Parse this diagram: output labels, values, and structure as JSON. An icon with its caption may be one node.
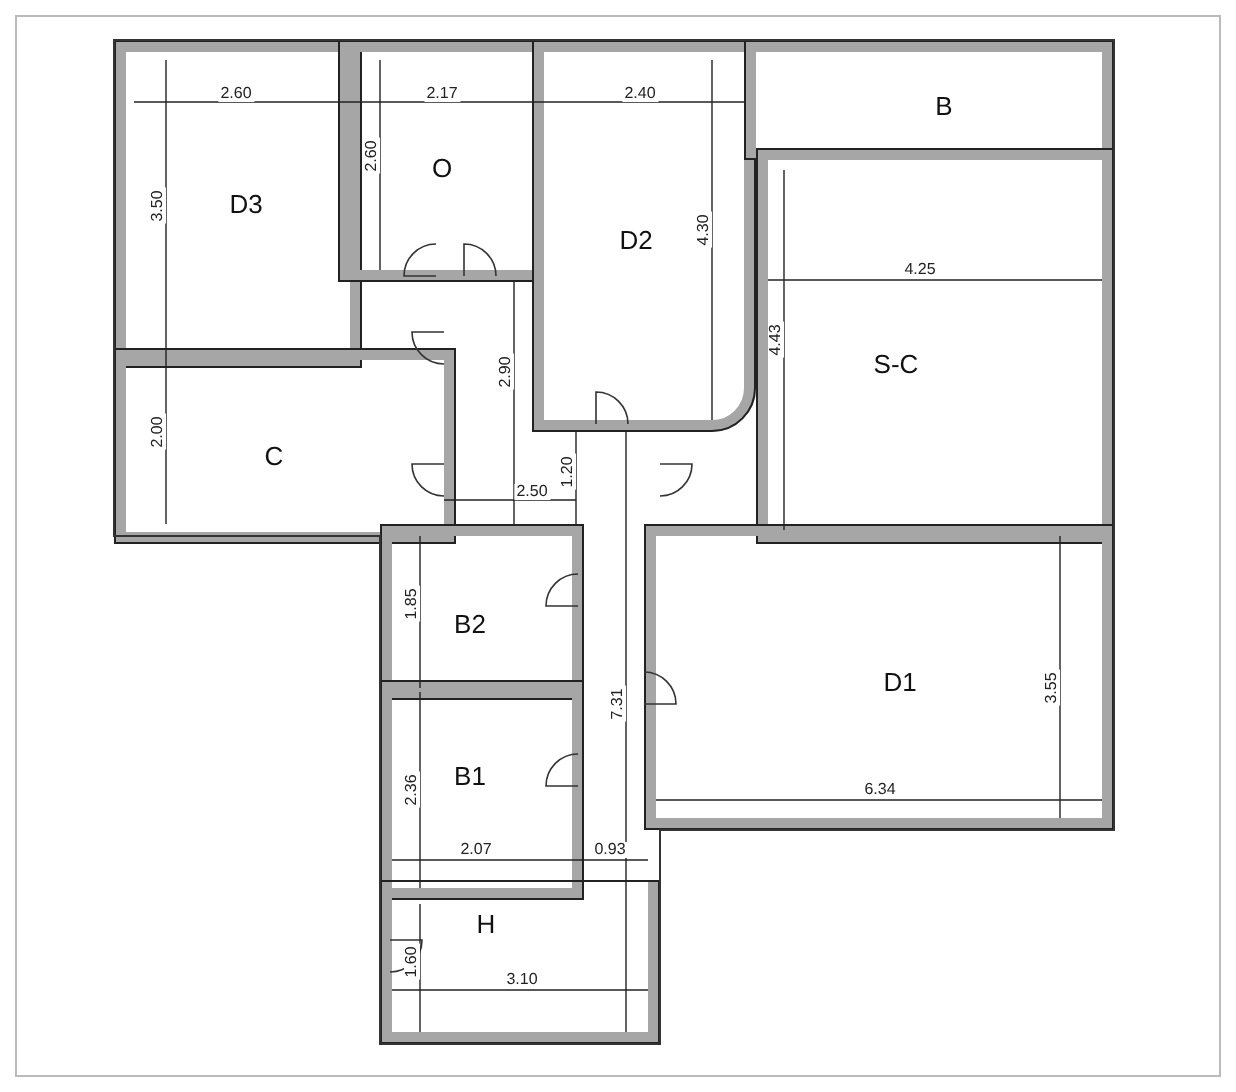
{
  "diagram": {
    "nodes": [
      {
        "text": [
          "D3"
        ]
      },
      {
        "text": [
          "O"
        ]
      },
      {
        "text": [
          "D2"
        ]
      },
      {
        "text": [
          "B"
        ]
      },
      {
        "text": [
          "S-C"
        ]
      },
      {
        "text": [
          "C"
        ]
      },
      {
        "text": [
          "B2"
        ]
      },
      {
        "text": [
          "D1"
        ]
      },
      {
        "text": [
          "B1"
        ]
      },
      {
        "text": [
          "H"
        ]
      }
    ],
    "labels": [
      "2.60",
      "2.17",
      "2.40",
      "2.60",
      "3.50",
      "4.30",
      "4.25",
      "4.43",
      "2.90",
      "2.00",
      "1.20",
      "2.50",
      "1.85",
      "7.31",
      "3.55",
      "6.34",
      "2.36",
      "2.07",
      "0.93",
      "1.60",
      "3.10"
    ]
  }
}
